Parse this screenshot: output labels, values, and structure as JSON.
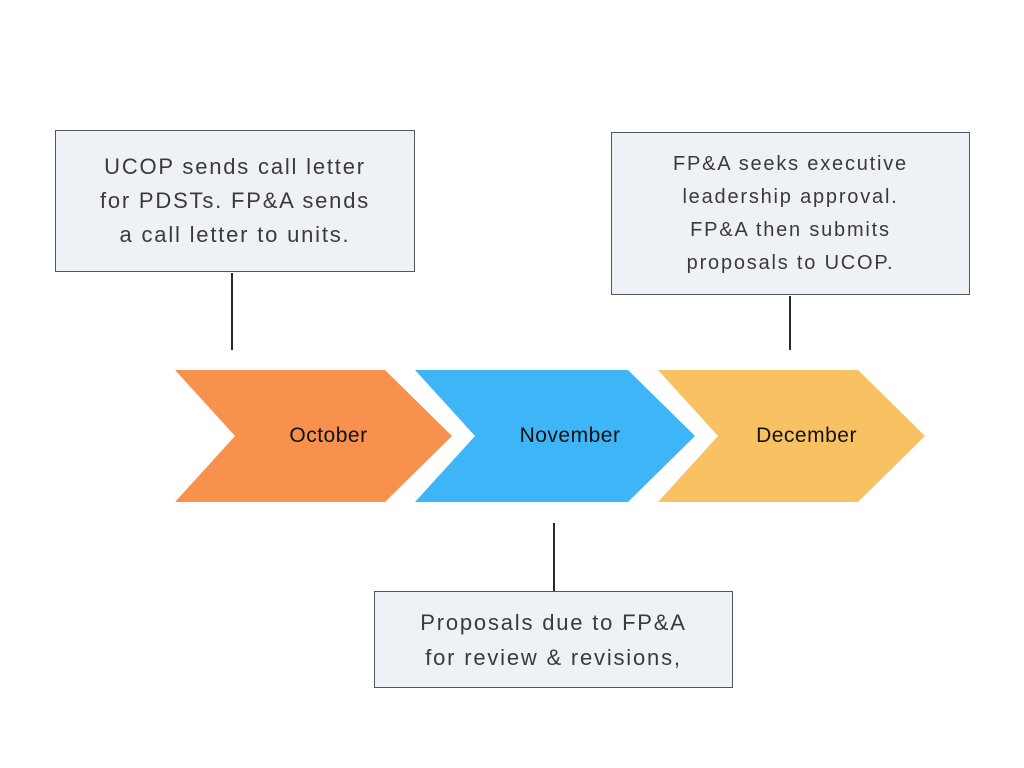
{
  "timeline": {
    "months": [
      {
        "label": "October",
        "color": "#F7914D"
      },
      {
        "label": "November",
        "color": "#3DB5F7"
      },
      {
        "label": "December",
        "color": "#F8C263"
      }
    ]
  },
  "callouts": {
    "october": {
      "lines": [
        "UCOP sends call letter",
        "for PDSTs. FP&A sends",
        "a call letter to units."
      ]
    },
    "december": {
      "lines": [
        "FP&A seeks executive",
        "leadership approval.",
        "FP&A then submits",
        "proposals to UCOP."
      ]
    },
    "november": {
      "lines": [
        "Proposals due to FP&A",
        "for review & revisions,"
      ]
    }
  },
  "style": {
    "callout_background": "#EEF1F6",
    "callout_border": "#53565C",
    "callout_text": "#3A3A3A",
    "connector_color": "#2B2B2B",
    "month_text": "#121212",
    "page_background": "#FFFFFF"
  }
}
